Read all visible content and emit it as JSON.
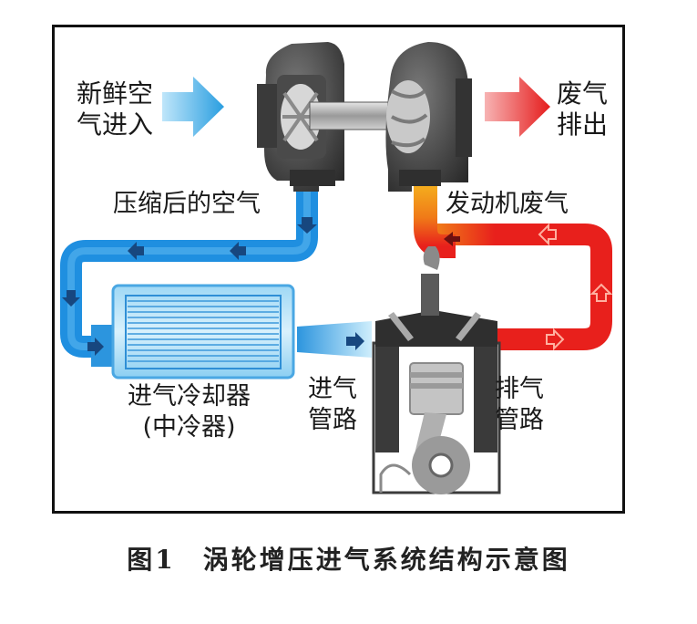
{
  "labels": {
    "fresh_air_in": "新鲜空\n气进入",
    "exhaust_out": "废气\n排出",
    "compressed_air": "压缩后的空气",
    "engine_exhaust": "发动机废气",
    "intercooler": "进气冷却器\n(中冷器)",
    "intake_manifold": "进气\n管路",
    "exhaust_manifold": "排气\n管路"
  },
  "caption": {
    "figure_number": "图1",
    "title": "涡轮增压进气系统结构示意图"
  },
  "colors": {
    "fresh_air": "#2a9ee0",
    "cold_pipe": "#1f8fe0",
    "cold_pipe_light": "#6cc3f2",
    "hot_pipe": "#e8201c",
    "warm_pipe": "#f29a1a",
    "engine_gray": "#3b3b3b",
    "frame": "#111111"
  }
}
